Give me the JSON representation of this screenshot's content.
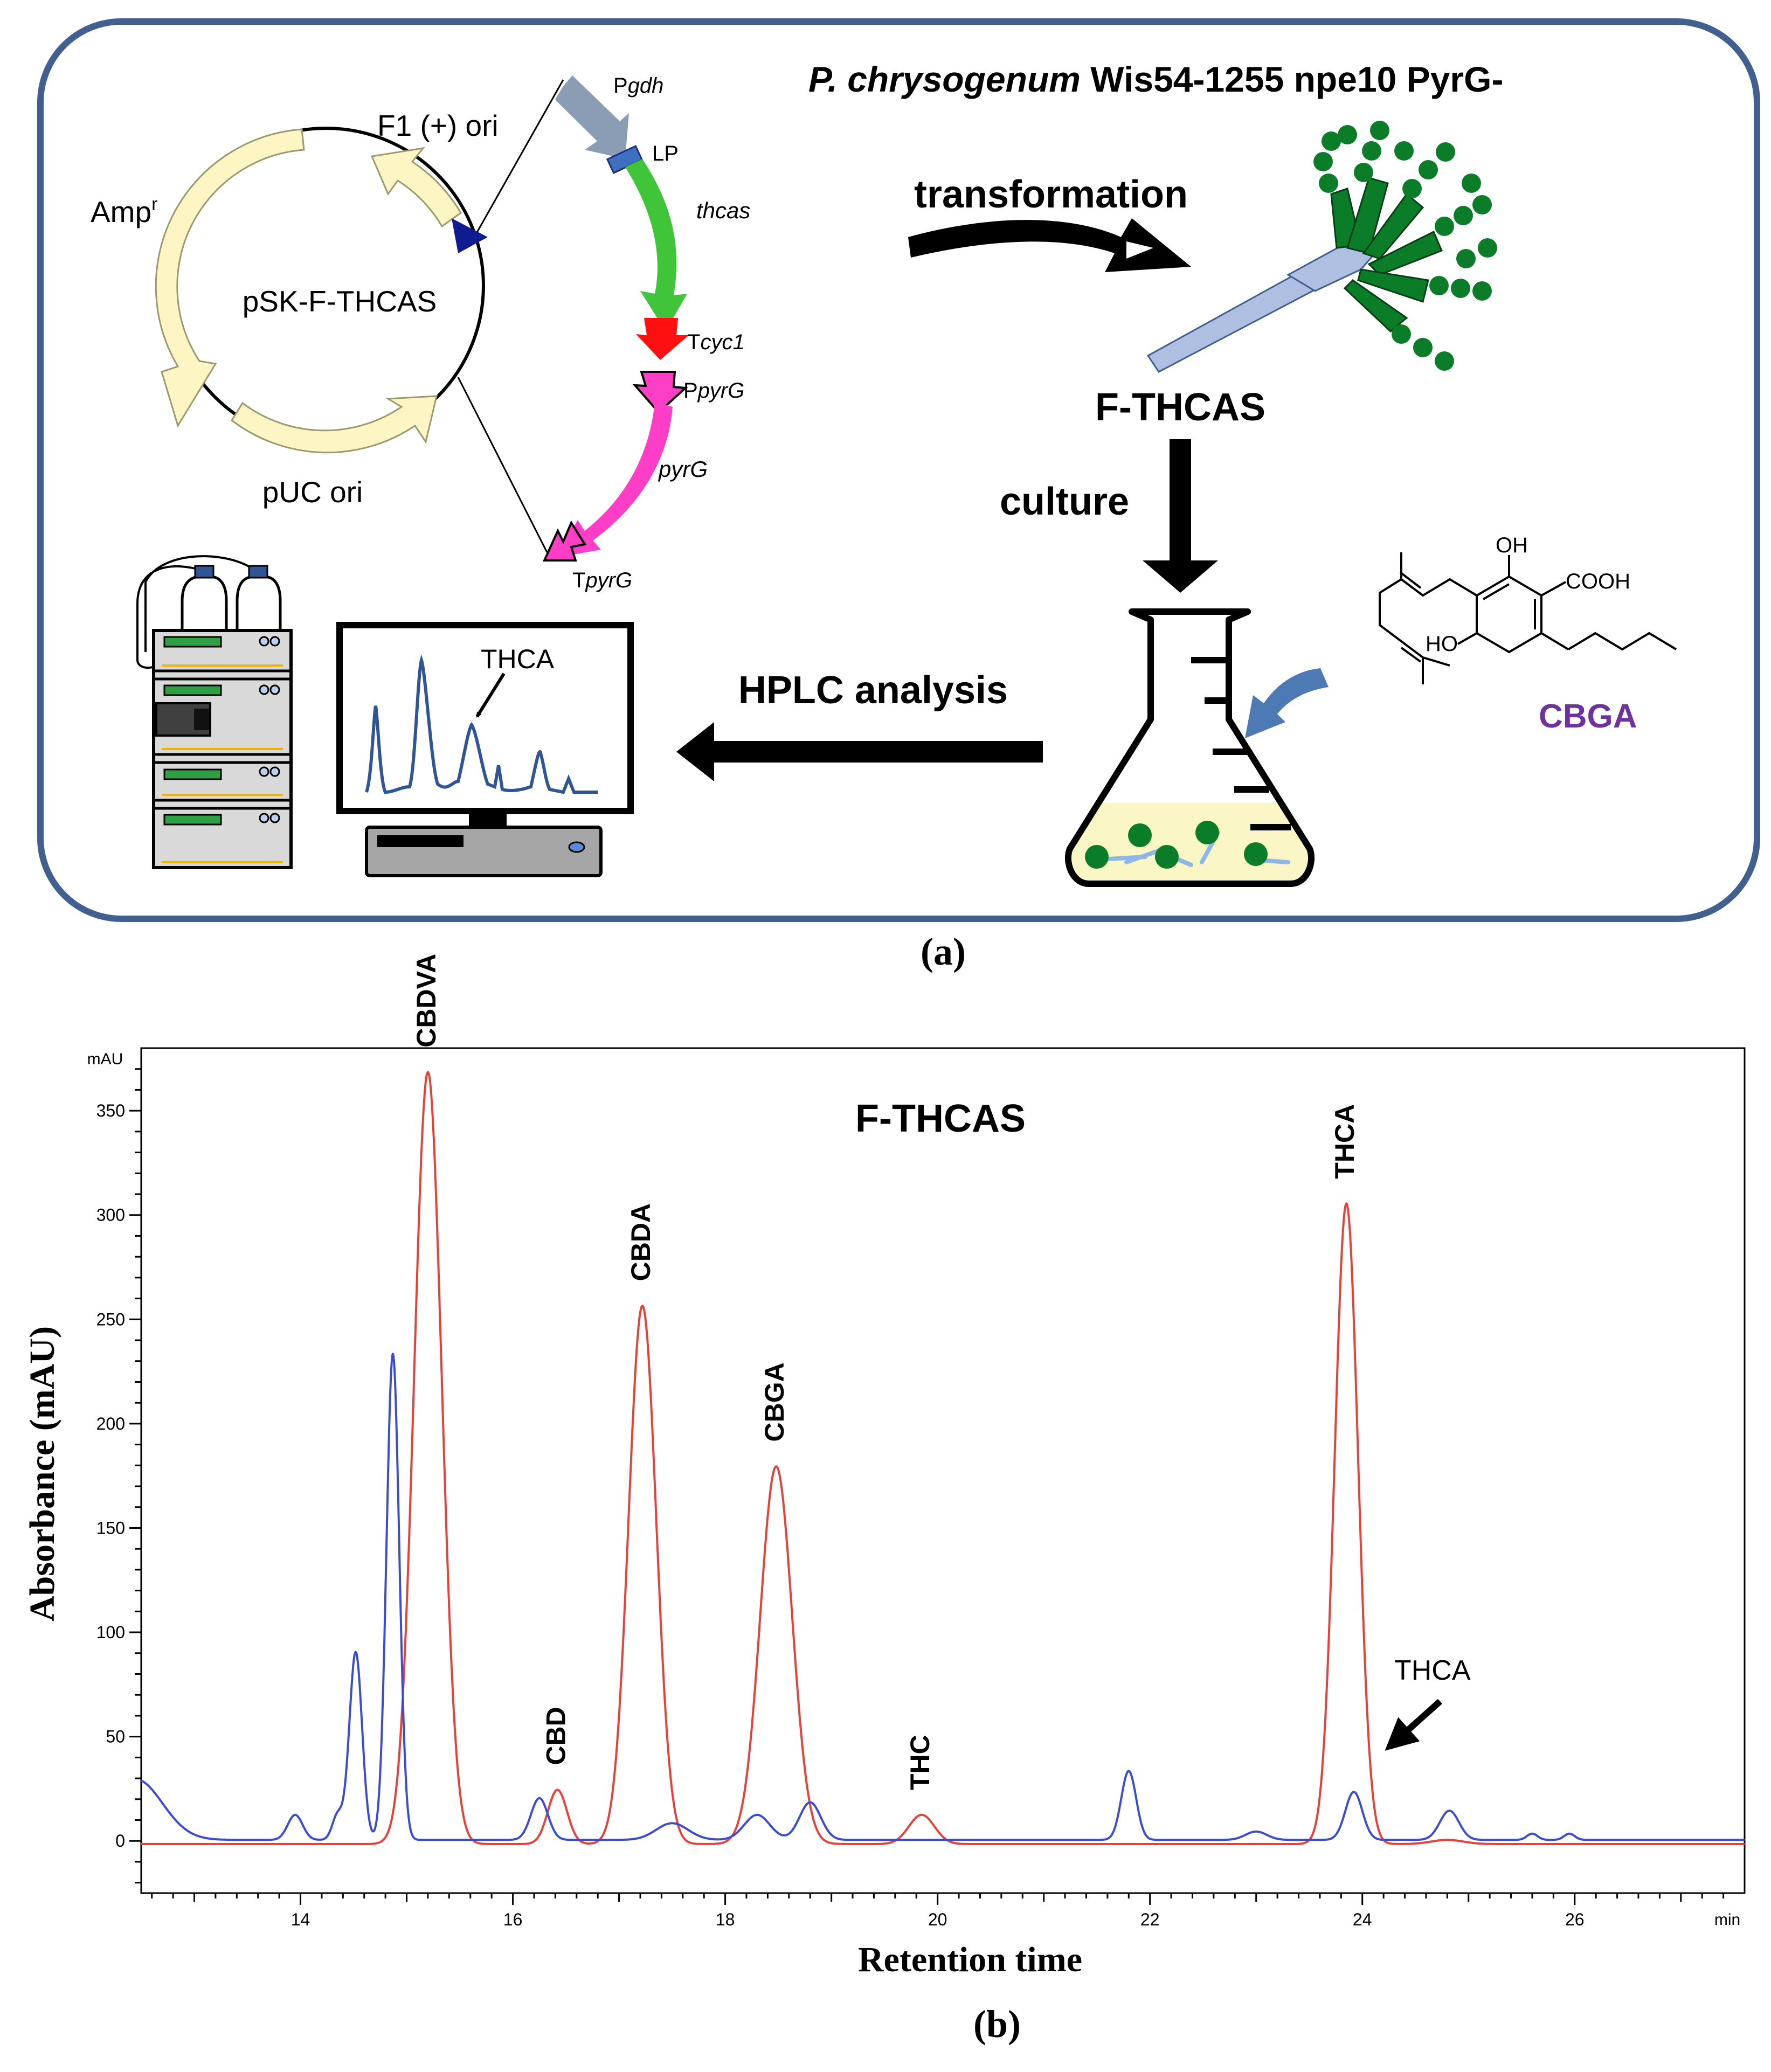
{
  "panel_a": {
    "strain_title_italic": "P. chrysogenum",
    "strain_title_rest": " Wis54-1255 npe10 PyrG-",
    "plasmid": {
      "name": "pSK-F-THCAS",
      "amp_label": "Amp",
      "amp_sup": "r",
      "f1_label": "F1 (+) ori",
      "puc_label": "pUC ori"
    },
    "cassette": {
      "pgdh_prefix": "P",
      "pgdh_italic": "gdh",
      "lp": "LP",
      "thcas": "thcas",
      "tcyc1_prefix": "T",
      "tcyc1_italic": "cyc1",
      "ppyrg_prefix": "P",
      "ppyrg_italic": "pyrG",
      "pyrg": "pyrG",
      "tpyrg_prefix": "T",
      "tpyrg_italic": "pyrG"
    },
    "steps": {
      "transformation": "transformation",
      "strain": "F-THCAS",
      "culture": "culture",
      "hplc": "HPLC analysis"
    },
    "molecule": {
      "oh": "OH",
      "cooh": "COOH",
      "ho": "HO",
      "name": "CBGA"
    },
    "monitor_label": "THCA",
    "caption": "(a)",
    "colors": {
      "frame": "#41608f",
      "plasmid_fill": "#fdf5c4",
      "pgdh": "#8a9db5",
      "lp": "#3f6fc0",
      "thcas": "#3fc43a",
      "tcyc1": "#ff1010",
      "pyrg": "#ff3ec8",
      "fungus_dark": "#0b7c27",
      "fungus_light": "#aebfe2",
      "cbga": "#7031a0",
      "curved_arrow": "#4d7ab5"
    }
  },
  "panel_b": {
    "caption": "(b)",
    "chart_data": {
      "type": "line",
      "title": "F-THCAS",
      "xlabel": "Retention time",
      "ylabel": "Absorbance (mAU)",
      "x_unit": "min",
      "y_unit": "mAU",
      "xlim": [
        12.5,
        27.6
      ],
      "ylim": [
        -25,
        380
      ],
      "xticks": [
        14,
        16,
        18,
        20,
        22,
        24,
        26
      ],
      "yticks": [
        0,
        50,
        100,
        150,
        200,
        250,
        300,
        350
      ],
      "grid": false,
      "legend": "none",
      "series": [
        {
          "color": "#e8413a",
          "peaks": [
            {
              "x": 15.2,
              "y": 370,
              "w": 0.13
            },
            {
              "x": 16.42,
              "y": 26,
              "w": 0.09
            },
            {
              "x": 17.22,
              "y": 258,
              "w": 0.13
            },
            {
              "x": 18.48,
              "y": 181,
              "w": 0.15
            },
            {
              "x": 19.85,
              "y": 14,
              "w": 0.12
            },
            {
              "x": 23.85,
              "y": 307,
              "w": 0.11
            },
            {
              "x": 24.8,
              "y": 2,
              "w": 0.15
            }
          ]
        },
        {
          "color": "#3a4bd6",
          "peaks": [
            {
              "x": 12.45,
              "y": 29,
              "w": 0.25
            },
            {
              "x": 13.95,
              "y": 12,
              "w": 0.07
            },
            {
              "x": 14.35,
              "y": 12,
              "w": 0.05
            },
            {
              "x": 14.52,
              "y": 90,
              "w": 0.06
            },
            {
              "x": 14.87,
              "y": 233,
              "w": 0.06
            },
            {
              "x": 16.25,
              "y": 20,
              "w": 0.08
            },
            {
              "x": 17.5,
              "y": 8,
              "w": 0.15
            },
            {
              "x": 18.3,
              "y": 12,
              "w": 0.12
            },
            {
              "x": 18.8,
              "y": 18,
              "w": 0.1
            },
            {
              "x": 21.8,
              "y": 33,
              "w": 0.07
            },
            {
              "x": 23.0,
              "y": 4,
              "w": 0.1
            },
            {
              "x": 23.92,
              "y": 23,
              "w": 0.08
            },
            {
              "x": 24.82,
              "y": 14,
              "w": 0.09
            },
            {
              "x": 25.6,
              "y": 3,
              "w": 0.05
            },
            {
              "x": 25.95,
              "y": 3,
              "w": 0.05
            }
          ]
        }
      ],
      "annotations": [
        {
          "text": "CBDVA",
          "x": 15.2,
          "y": 370,
          "orientation": "vertical"
        },
        {
          "text": "CBD",
          "x": 16.42,
          "y": 26,
          "orientation": "vertical"
        },
        {
          "text": "CBDA",
          "x": 17.22,
          "y": 258,
          "orientation": "vertical"
        },
        {
          "text": "CBGA",
          "x": 18.48,
          "y": 181,
          "orientation": "vertical"
        },
        {
          "text": "THC",
          "x": 19.85,
          "y": 14,
          "orientation": "vertical"
        },
        {
          "text": "THCA",
          "x": 23.85,
          "y": 307,
          "orientation": "vertical"
        },
        {
          "text": "THCA",
          "x": 23.92,
          "y": 23,
          "orientation": "horizontal-arrow"
        }
      ]
    }
  }
}
